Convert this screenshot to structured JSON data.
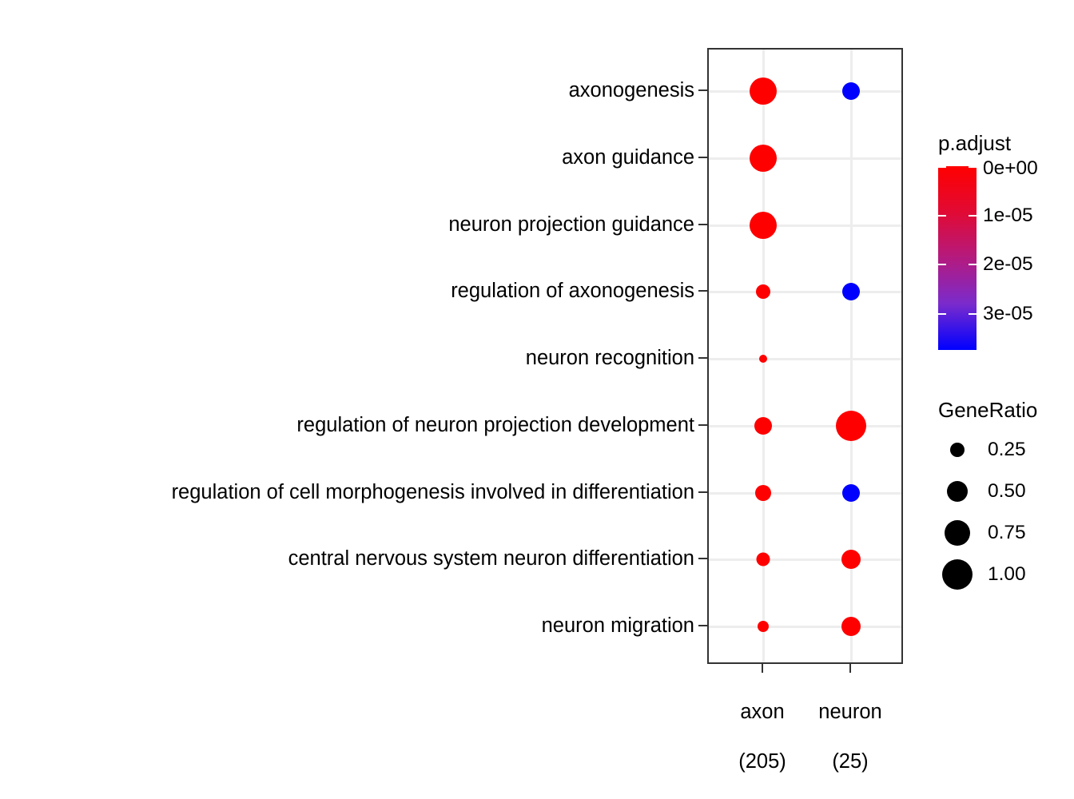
{
  "chart_data": {
    "type": "scatter",
    "subtype": "dotplot",
    "title": "",
    "xlabel": "",
    "ylabel": "",
    "grid": true,
    "categories_x": [
      "axon\n(205)",
      "neuron\n(25)"
    ],
    "x_tick_labels": [
      {
        "name": "axon",
        "count": "(205)"
      },
      {
        "name": "neuron",
        "count": "(25)"
      }
    ],
    "y_categories": [
      "axonogenesis",
      "axon guidance",
      "neuron projection guidance",
      "regulation of axonogenesis",
      "neuron recognition",
      "regulation of neuron projection development",
      "regulation of cell morphogenesis involved in differentiation",
      "central nervous system neuron differentiation",
      "neuron migration"
    ],
    "size_legend": {
      "title": "GeneRatio",
      "values": [
        "0.25",
        "0.50",
        "0.75",
        "1.00"
      ],
      "numeric": [
        0.25,
        0.5,
        0.75,
        1.0
      ],
      "position": "right"
    },
    "color_legend": {
      "title": "p.adjust",
      "tick_labels": [
        "0e+00",
        "1e-05",
        "2e-05",
        "3e-05"
      ],
      "numeric": [
        0,
        1e-05,
        2e-05,
        3e-05
      ],
      "range": [
        0,
        3.75e-05
      ],
      "color_high": "#0000FF",
      "color_low": "#FF0000",
      "position": "right"
    },
    "points": [
      {
        "y": "axonogenesis",
        "x": "axon",
        "gene_ratio": 0.86,
        "p_adjust": 0.0,
        "color": "#FF0000"
      },
      {
        "y": "axonogenesis",
        "x": "neuron",
        "gene_ratio": 0.38,
        "p_adjust": 3.75e-05,
        "color": "#0000FF"
      },
      {
        "y": "axon guidance",
        "x": "axon",
        "gene_ratio": 0.86,
        "p_adjust": 0.0,
        "color": "#FF0000"
      },
      {
        "y": "neuron projection guidance",
        "x": "axon",
        "gene_ratio": 0.86,
        "p_adjust": 0.0,
        "color": "#FF0000"
      },
      {
        "y": "regulation of axonogenesis",
        "x": "axon",
        "gene_ratio": 0.3,
        "p_adjust": 0.0,
        "color": "#FF0000"
      },
      {
        "y": "regulation of axonogenesis",
        "x": "neuron",
        "gene_ratio": 0.38,
        "p_adjust": 3.75e-05,
        "color": "#0000FF"
      },
      {
        "y": "neuron recognition",
        "x": "axon",
        "gene_ratio": 0.13,
        "p_adjust": 0.0,
        "color": "#FF0000"
      },
      {
        "y": "regulation of neuron projection development",
        "x": "axon",
        "gene_ratio": 0.38,
        "p_adjust": 0.0,
        "color": "#FF0000"
      },
      {
        "y": "regulation of neuron projection development",
        "x": "neuron",
        "gene_ratio": 1.0,
        "p_adjust": 0.0,
        "color": "#FF0000"
      },
      {
        "y": "regulation of cell morphogenesis involved in differentiation",
        "x": "axon",
        "gene_ratio": 0.33,
        "p_adjust": 0.0,
        "color": "#FF0000"
      },
      {
        "y": "regulation of cell morphogenesis involved in differentiation",
        "x": "neuron",
        "gene_ratio": 0.38,
        "p_adjust": 3.75e-05,
        "color": "#0000FF"
      },
      {
        "y": "central nervous system neuron differentiation",
        "x": "axon",
        "gene_ratio": 0.28,
        "p_adjust": 0.0,
        "color": "#FF0000"
      },
      {
        "y": "central nervous system neuron differentiation",
        "x": "neuron",
        "gene_ratio": 0.44,
        "p_adjust": 0.0,
        "color": "#FF0000"
      },
      {
        "y": "neuron migration",
        "x": "axon",
        "gene_ratio": 0.22,
        "p_adjust": 0.0,
        "color": "#FF0000"
      },
      {
        "y": "neuron migration",
        "x": "neuron",
        "gene_ratio": 0.44,
        "p_adjust": 0.0,
        "color": "#FF0000"
      }
    ]
  }
}
